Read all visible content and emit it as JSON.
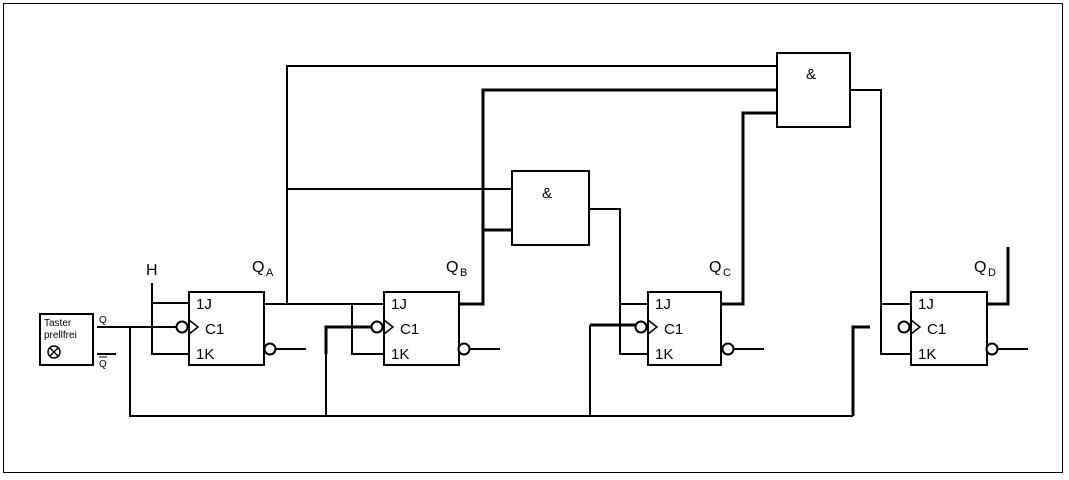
{
  "diagram": {
    "taster": {
      "line1": "Taster",
      "line2": "prellfrei",
      "q": "Q",
      "q_bar": "Q"
    },
    "h_label": "H",
    "flipflops": [
      {
        "id": "A",
        "q_main": "Q",
        "q_sub": "A",
        "j": "1J",
        "c": "C1",
        "k": "1K"
      },
      {
        "id": "B",
        "q_main": "Q",
        "q_sub": "B",
        "j": "1J",
        "c": "C1",
        "k": "1K"
      },
      {
        "id": "C",
        "q_main": "Q",
        "q_sub": "C",
        "j": "1J",
        "c": "C1",
        "k": "1K"
      },
      {
        "id": "D",
        "q_main": "Q",
        "q_sub": "D",
        "j": "1J",
        "c": "C1",
        "k": "1K"
      }
    ],
    "gates": [
      {
        "id": "and-2",
        "label": "&"
      },
      {
        "id": "and-3",
        "label": "&"
      }
    ]
  }
}
